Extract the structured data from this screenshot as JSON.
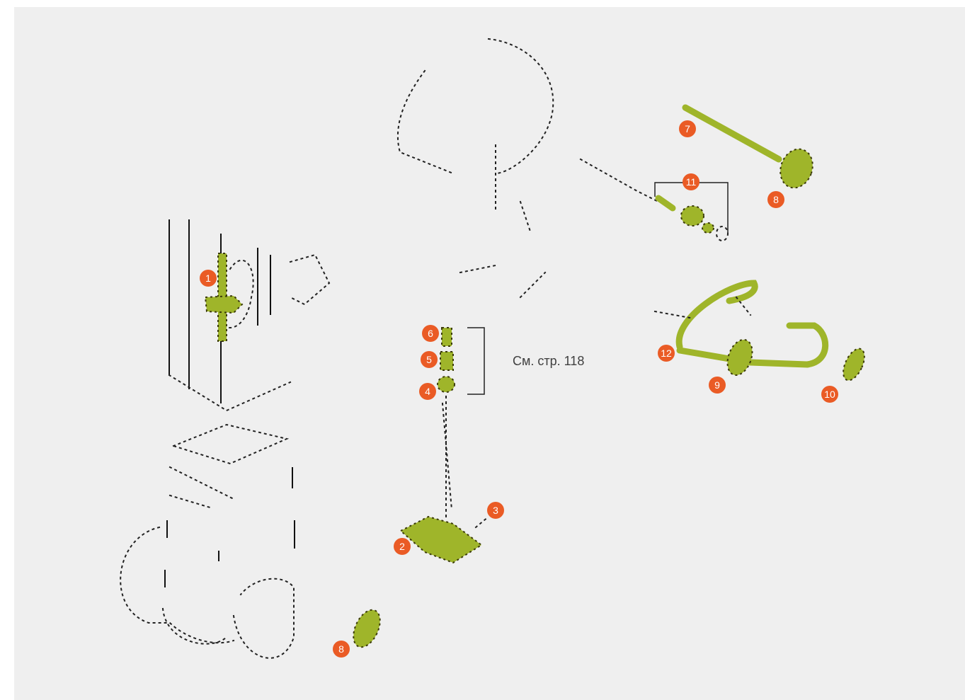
{
  "page_reference": "См. стр. 118",
  "callouts": [
    {
      "label": "1"
    },
    {
      "label": "2"
    },
    {
      "label": "3"
    },
    {
      "label": "4"
    },
    {
      "label": "5"
    },
    {
      "label": "6"
    },
    {
      "label": "7"
    },
    {
      "label": "8"
    },
    {
      "label": "8"
    },
    {
      "label": "9"
    },
    {
      "label": "10"
    },
    {
      "label": "11"
    },
    {
      "label": "12"
    }
  ],
  "colors": {
    "background": "#efefef",
    "highlight_part": "#9fb52a",
    "callout": "#ea5b25",
    "line_art": "#222222"
  }
}
